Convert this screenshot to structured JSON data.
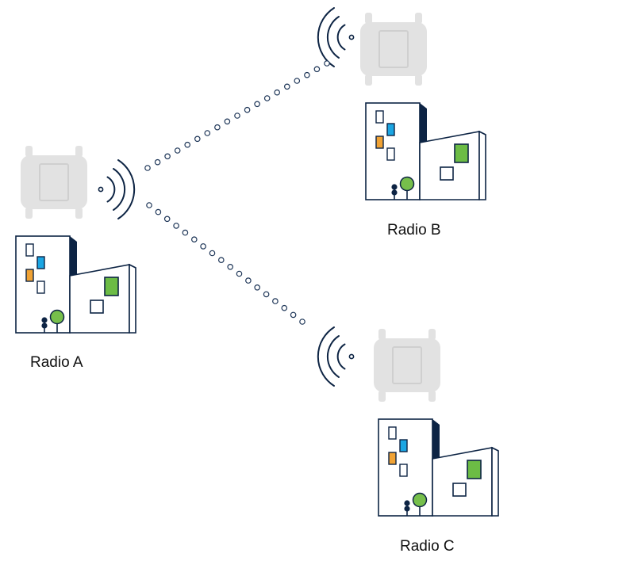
{
  "colors": {
    "outline": "#0d2444",
    "device": "#e2e2e2",
    "device_edge": "#d2d2d2",
    "window_orange": "#f0a234",
    "window_blue": "#1ba6e3",
    "window_green": "#6cbc45",
    "tree_green": "#76bf4b",
    "link_dots": "#1d3557"
  },
  "icons": {
    "radio": "radio-unit-icon",
    "signal": "signal-waves-icon",
    "building": "building-icon",
    "tree": "tree-icon"
  },
  "sites": [
    {
      "id": "a",
      "label": "Radio A"
    },
    {
      "id": "b",
      "label": "Radio B"
    },
    {
      "id": "c",
      "label": "Radio C"
    }
  ],
  "links": [
    {
      "from": "a",
      "to": "b"
    },
    {
      "from": "a",
      "to": "c"
    }
  ]
}
